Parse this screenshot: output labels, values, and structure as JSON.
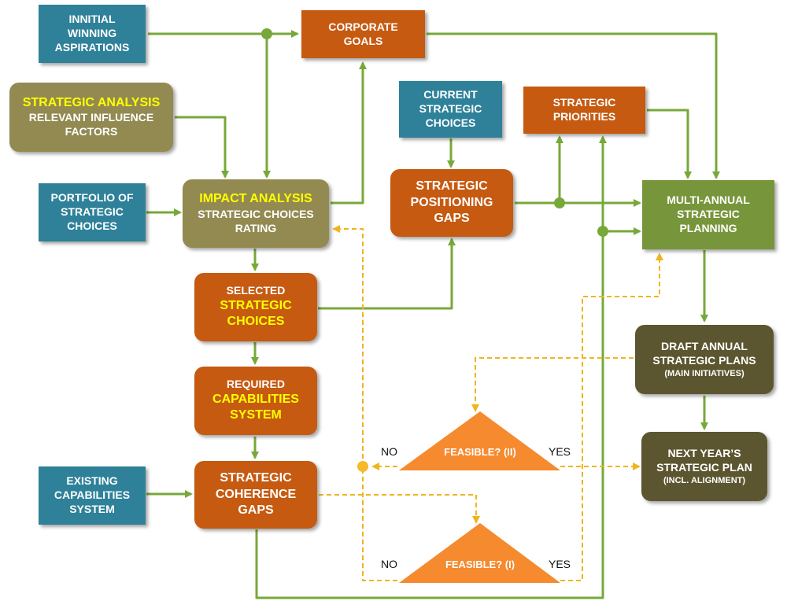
{
  "nodes": {
    "initial_aspirations": {
      "lines": [
        "INNITIAL",
        "WINNING",
        "ASPIRATIONS"
      ]
    },
    "corporate_goals": {
      "lines": [
        "CORPORATE",
        "GOALS"
      ]
    },
    "strategic_analysis": {
      "title": "STRATEGIC ANALYSIS",
      "lines": [
        "RELEVANT INFLUENCE",
        "FACTORS"
      ]
    },
    "current_choices": {
      "lines": [
        "CURRENT",
        "STRATEGIC",
        "CHOICES"
      ]
    },
    "strategic_priorities": {
      "lines": [
        "STRATEGIC",
        "PRIORITIES"
      ]
    },
    "portfolio": {
      "lines": [
        "PORTFOLIO OF",
        "STRATEGIC",
        "CHOICES"
      ]
    },
    "impact_analysis": {
      "title": "IMPACT ANALYSIS",
      "lines": [
        "STRATEGIC CHOICES",
        "RATING"
      ]
    },
    "positioning_gaps": {
      "lines": [
        "STRATEGIC",
        "POSITIONING",
        "GAPS"
      ]
    },
    "multi_annual": {
      "lines": [
        "MULTI-ANNUAL",
        "STRATEGIC",
        "PLANNING"
      ]
    },
    "selected_choices": {
      "line1": "SELECTED",
      "highlight": [
        "STRATEGIC",
        "CHOICES"
      ]
    },
    "required_capabilities": {
      "line1": "REQUIRED",
      "highlight": [
        "CAPABILITIES",
        "SYSTEM"
      ]
    },
    "draft_plans": {
      "lines": [
        "DRAFT ANNUAL",
        "STRATEGIC PLANS"
      ],
      "note": "(MAIN INITIATIVES)"
    },
    "existing_capabilities": {
      "lines": [
        "EXISTING",
        "CAPABILITIES",
        "SYSTEM"
      ]
    },
    "coherence_gaps": {
      "lines": [
        "STRATEGIC",
        "COHERENCE",
        "GAPS"
      ]
    },
    "next_year_plan": {
      "lines": [
        "NEXT YEAR’S",
        "STRATEGIC PLAN"
      ],
      "note": "(INCL. ALIGNMENT)"
    }
  },
  "decisions": {
    "feasible_2": {
      "label": "FEASIBLE? (II)",
      "no": "NO",
      "yes": "YES"
    },
    "feasible_1": {
      "label": "FEASIBLE? (I)",
      "no": "NO",
      "yes": "YES"
    }
  },
  "colors": {
    "teal": "#2e8199",
    "orange": "#c65a11",
    "olive": "#938a52",
    "green": "#77963b",
    "dark": "#5c5630",
    "triangle": "#f58a2f",
    "highlight": "#ffff00",
    "solid_line": "#77a83a",
    "dashed_line": "#f0b41e"
  }
}
